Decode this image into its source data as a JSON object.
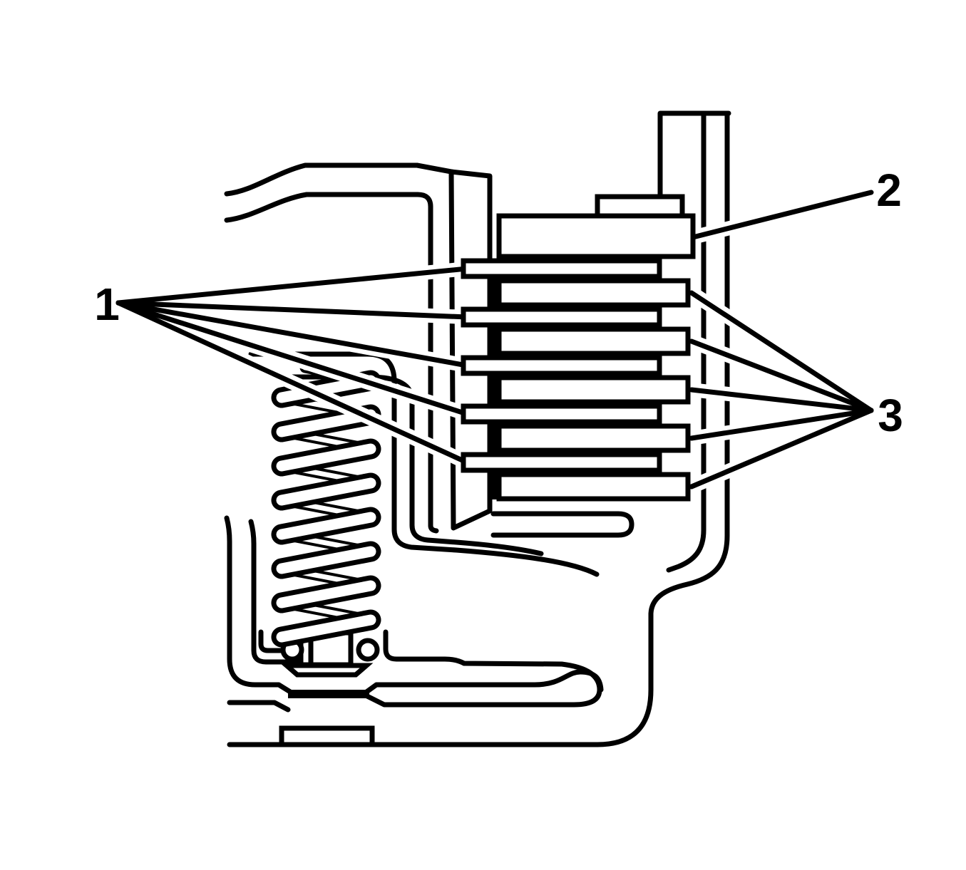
{
  "figure": {
    "title": "clutch-pack-cross-section",
    "background_color": "#ffffff",
    "line_color": "#000000",
    "labels": {
      "callout1": "1",
      "callout2": "2",
      "callout3": "3"
    },
    "callout1_leader_count": 5,
    "callout2_leader_count": 1,
    "callout3_leader_count": 5
  }
}
